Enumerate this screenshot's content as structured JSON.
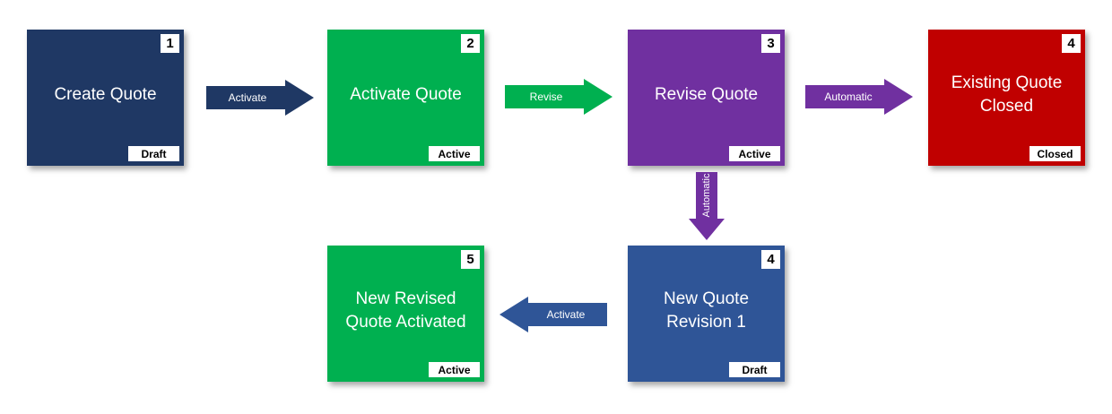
{
  "colors": {
    "navy": "#1f3864",
    "green": "#00b050",
    "purple": "#7030a0",
    "red": "#c00000",
    "blue": "#2f5597"
  },
  "boxes": [
    {
      "number": "1",
      "title": "Create Quote",
      "status": "Draft"
    },
    {
      "number": "2",
      "title": "Activate Quote",
      "status": "Active"
    },
    {
      "number": "3",
      "title": "Revise Quote",
      "status": "Active"
    },
    {
      "number": "4",
      "title": "Existing Quote Closed",
      "status": "Closed"
    },
    {
      "number": "4",
      "title": "New Quote Revision 1",
      "status": "Draft"
    },
    {
      "number": "5",
      "title": "New Revised Quote Activated",
      "status": "Active"
    }
  ],
  "arrows": [
    {
      "label": "Activate"
    },
    {
      "label": "Revise"
    },
    {
      "label": "Automatic"
    },
    {
      "label": "Automatic"
    },
    {
      "label": "Activate"
    }
  ]
}
